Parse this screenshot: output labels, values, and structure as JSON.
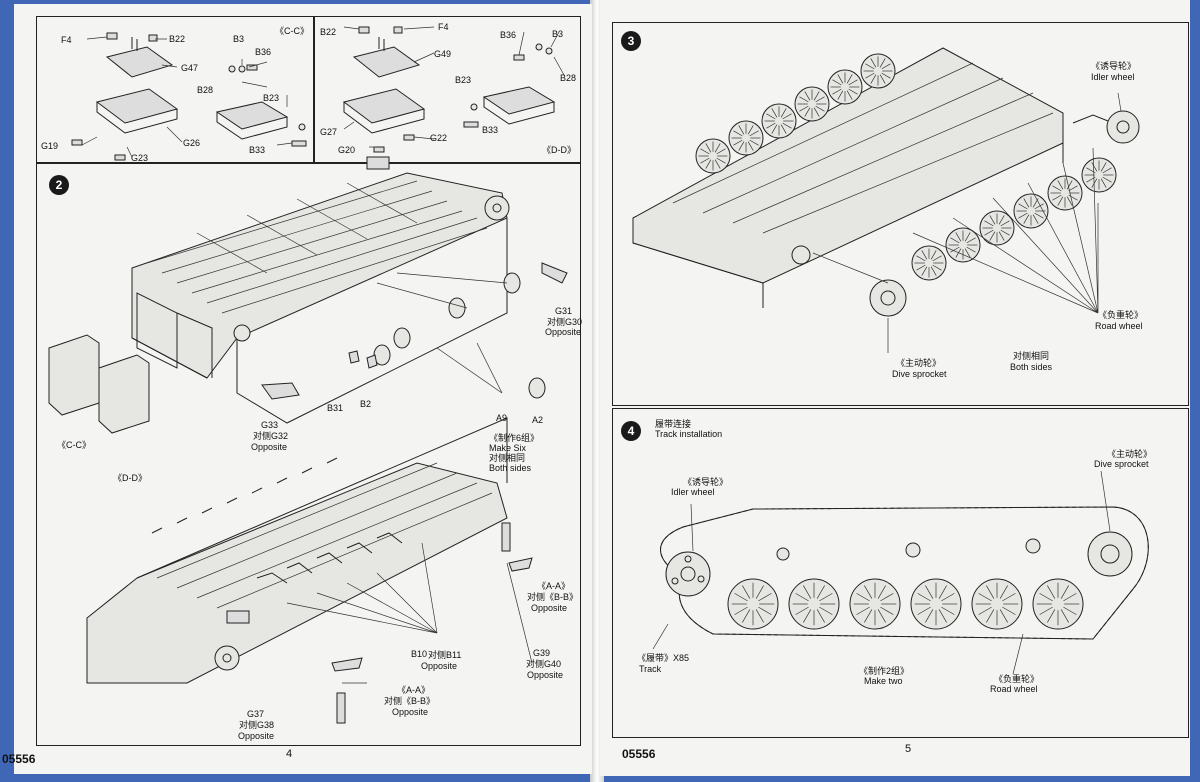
{
  "left_page": {
    "page_number": "4",
    "kit_code": "05556",
    "top_left_panel": {
      "labels": [
        "F4",
        "B22",
        "G47",
        "G19",
        "G23",
        "G26"
      ],
      "parts_right": [
        "B3",
        "B36",
        "B28",
        "B23",
        "B33"
      ],
      "section": "《C-C》"
    },
    "top_right_panel": {
      "labels": [
        "B22",
        "F4",
        "G49",
        "G27",
        "G20",
        "G22"
      ],
      "parts_right": [
        "B36",
        "B3",
        "B28",
        "B23",
        "B33"
      ],
      "section": "《D-D》"
    },
    "step2": {
      "number": "2",
      "g31": "G31",
      "g31_opposite": "对侧G30",
      "g31_opposite_en": "Opposite",
      "a9": "A9",
      "a2": "A2",
      "make_six_cn": "《制作6组》",
      "make_six_en": "Make Six",
      "both_sides_cn": "对侧相同",
      "both_sides_en": "Both sides",
      "b31": "B31",
      "b2": "B2",
      "g33": "G33",
      "g33_opposite": "对侧G32",
      "g33_opposite_en": "Opposite",
      "cc": "《C-C》",
      "dd": "《D-D》",
      "b10": "B10",
      "b10_opposite": "对侧B11",
      "b10_opposite_en": "Opposite",
      "aa_right": "《A-A》",
      "aa_right_opp": "对侧《B-B》",
      "aa_right_opp_en": "Opposite",
      "g39": "G39",
      "g39_opposite": "对侧G40",
      "g39_opposite_en": "Opposite",
      "aa_bottom": "《A-A》",
      "aa_bottom_opp": "对侧《B-B》",
      "aa_bottom_opp_en": "Opposite",
      "g37": "G37",
      "g37_opposite": "对侧G38",
      "g37_opposite_en": "Opposite"
    }
  },
  "right_page": {
    "page_number": "5",
    "kit_code": "05556",
    "step3": {
      "number": "3",
      "idler_cn": "《诱导轮》",
      "idler_en": "Idler wheel",
      "road_cn": "《负重轮》",
      "road_en": "Road wheel",
      "sprocket_cn": "《主动轮》",
      "sprocket_en": "Dive sprocket",
      "both_sides_cn": "对侧相同",
      "both_sides_en": "Both sides"
    },
    "step4": {
      "number": "4",
      "title_cn": "履带连接",
      "title_en": "Track installation",
      "idler_cn": "《诱导轮》",
      "idler_en": "Idler wheel",
      "sprocket_cn": "《主动轮》",
      "sprocket_en": "Dive sprocket",
      "track_cn": "《履带》X85",
      "track_en": "Track",
      "make_two_cn": "《制作2组》",
      "make_two_en": "Make two",
      "road_cn": "《负重轮》",
      "road_en": "Road wheel"
    }
  }
}
